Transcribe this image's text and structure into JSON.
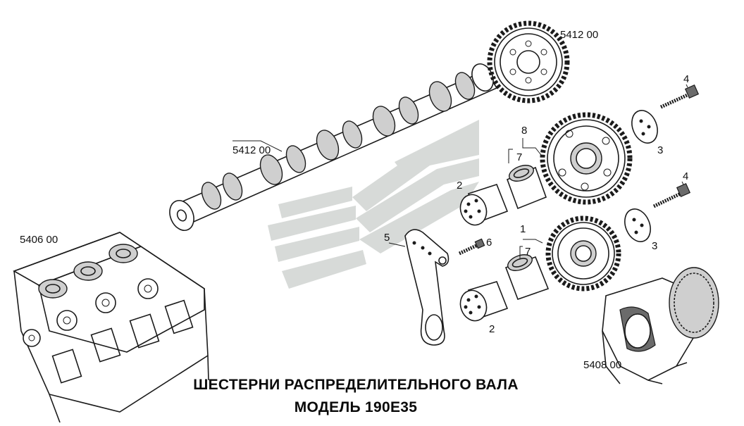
{
  "labels": {
    "cylinder_head": "5406 00",
    "camshaft": "5412 00",
    "camshaft_gear": "5412 00",
    "crankshaft": "5408 00",
    "part_1": "1",
    "part_2_upper": "2",
    "part_2_lower": "2",
    "part_3_upper": "3",
    "part_3_lower": "3",
    "part_4_upper": "4",
    "part_4_lower": "4",
    "part_5": "5",
    "part_6": "6",
    "part_7_upper": "7",
    "part_7_lower": "7",
    "part_8": "8"
  },
  "caption": {
    "line1": "ШЕСТЕРНИ РАСПРЕДЕЛИТЕЛЬНОГО ВАЛА",
    "line2": "МОДЕЛЬ 190Е35"
  }
}
